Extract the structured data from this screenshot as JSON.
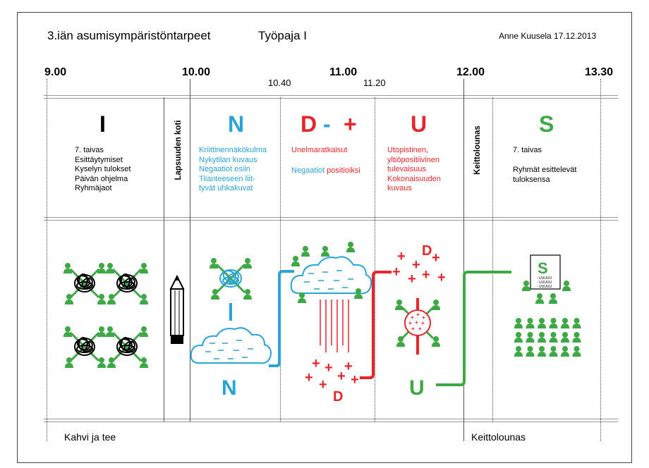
{
  "header": {
    "title": "3.iän asumisympäristöntarpeet",
    "subtitle": "Työpaja I",
    "author_date": "Anne Kuusela  17.12.2013"
  },
  "timeline": {
    "times": [
      "9.00",
      "10.00",
      "11.00",
      "12.00",
      "13.30"
    ],
    "small_times": [
      "10.40",
      "11.20"
    ]
  },
  "phases": {
    "I": {
      "letter": "I",
      "items": "7. taivas\nEsittäytymiset\nKyselyn tulokset\nPäivän ohjelma\nRyhmäjaot"
    },
    "lapsuuden": {
      "label": "Lapsuuden koti"
    },
    "N": {
      "letter": "N",
      "items": "Kriittinennäkökulma\nNykytilan kuvaus\nNegaatiot esiin\nTilanteeseen liit-\ntyvät uhkakuvat"
    },
    "D": {
      "letter_d": "D",
      "minus": "-",
      "plus": "+",
      "line1": "Unelmaratkaisut",
      "line2a": "Negaatiot",
      "line2b": " positioiksi"
    },
    "U": {
      "letter": "U",
      "items": "Utopistinen,\nyltiöpositiivinen\ntulevaisuus\nKokonaisuuden\nkuvaus"
    },
    "keittolounas": {
      "label": "Keittolounas"
    },
    "S": {
      "letter": "S",
      "line1": "7. taivas",
      "line2": "Ryhmät esittelevät\ntuloksensa"
    }
  },
  "illustration": {
    "n_label": "N",
    "d_label": "D",
    "d_label_top": "D",
    "u_label": "U",
    "s_board_letter": "S",
    "s_board_lines": [
      "- UUUUU",
      "- UUUUU",
      "- UUUUU"
    ]
  },
  "footer": {
    "left": "Kahvi ja tee",
    "right": "Keittolounas"
  },
  "colors": {
    "blue": "#2aa3d6",
    "red": "#e5262b",
    "green": "#3da845"
  }
}
